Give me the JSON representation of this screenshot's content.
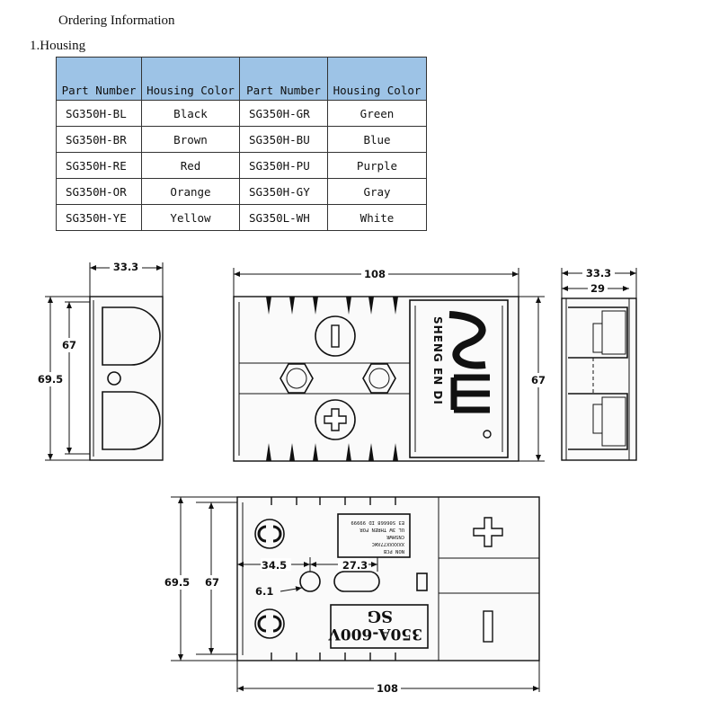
{
  "title": "Ordering Information",
  "section": "1.Housing",
  "table": {
    "headers": [
      "Part Number",
      "Housing Color",
      "Part Number",
      "Housing Color"
    ],
    "rows": [
      [
        "SG350H-BL",
        "Black",
        "SG350H-GR",
        "Green"
      ],
      [
        "SG350H-BR",
        "Brown",
        "SG350H-BU",
        "Blue"
      ],
      [
        "SG350H-RE",
        "Red",
        "SG350H-PU",
        "Purple"
      ],
      [
        "SG350H-OR",
        "Orange",
        "SG350H-GY",
        "Gray"
      ],
      [
        "SG350H-YE",
        "Yellow",
        "SG350L-WH",
        "White"
      ]
    ]
  },
  "drawings": {
    "side_view": {
      "width": "33.3",
      "height_inner": "67",
      "height_outer": "69.5"
    },
    "top_view": {
      "length": "108",
      "height": "67",
      "brand": "SHENG EN DI"
    },
    "end_view": {
      "width_outer": "33.3",
      "width_inner": "29"
    },
    "bottom_view": {
      "height_outer": "69.5",
      "height_inner": "67",
      "offset_1": "34.5",
      "offset_2": "27.3",
      "hole": "6.1",
      "length": "108",
      "rating_line1": "SG",
      "rating_line2": "350A-600V",
      "label_lines": [
        "E3 S06668 ID 99999",
        "UL 3W THREN FOR",
        "CNSHWR",
        "XXXXXX77XWC",
        "NON PCB"
      ]
    }
  }
}
